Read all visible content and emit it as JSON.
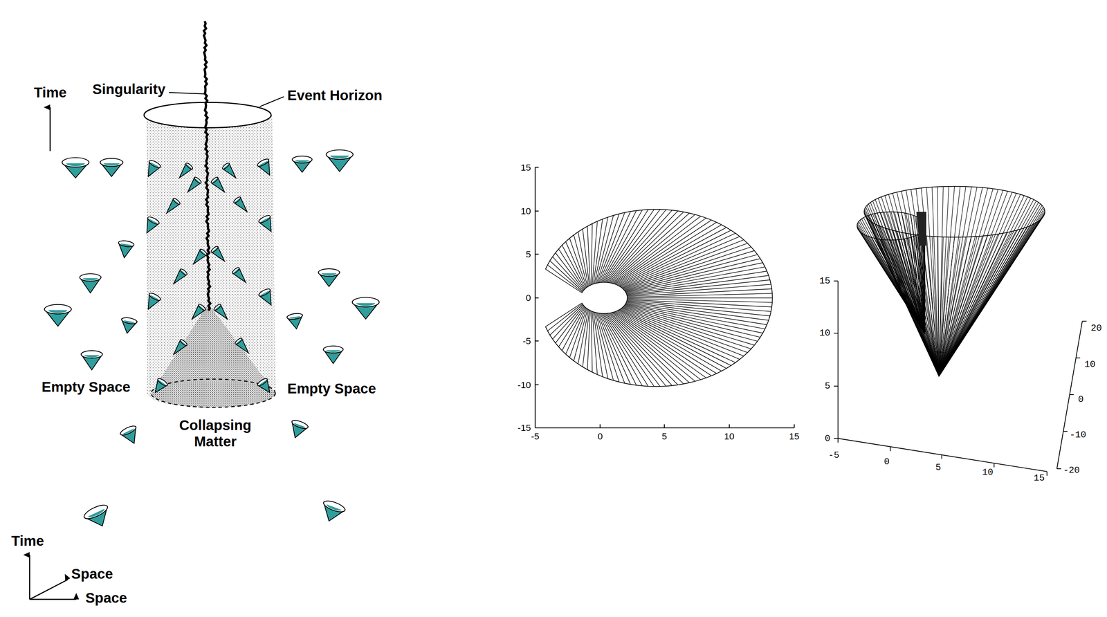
{
  "diagram": {
    "labels": [
      "Time",
      "Singularity",
      "Event Horizon",
      "Empty Space",
      "Empty Space",
      "Collapsing Matter",
      "Time",
      "Space",
      "Space",
      "15",
      "10",
      "5",
      "0",
      "-5",
      "-10",
      "-15",
      "-5",
      "0",
      "5",
      "10",
      "15",
      "15",
      "10",
      "5",
      "0",
      "-5",
      "0",
      "5",
      "10",
      "15",
      "20",
      "10",
      "0",
      "-10",
      "-20"
    ]
  }
}
